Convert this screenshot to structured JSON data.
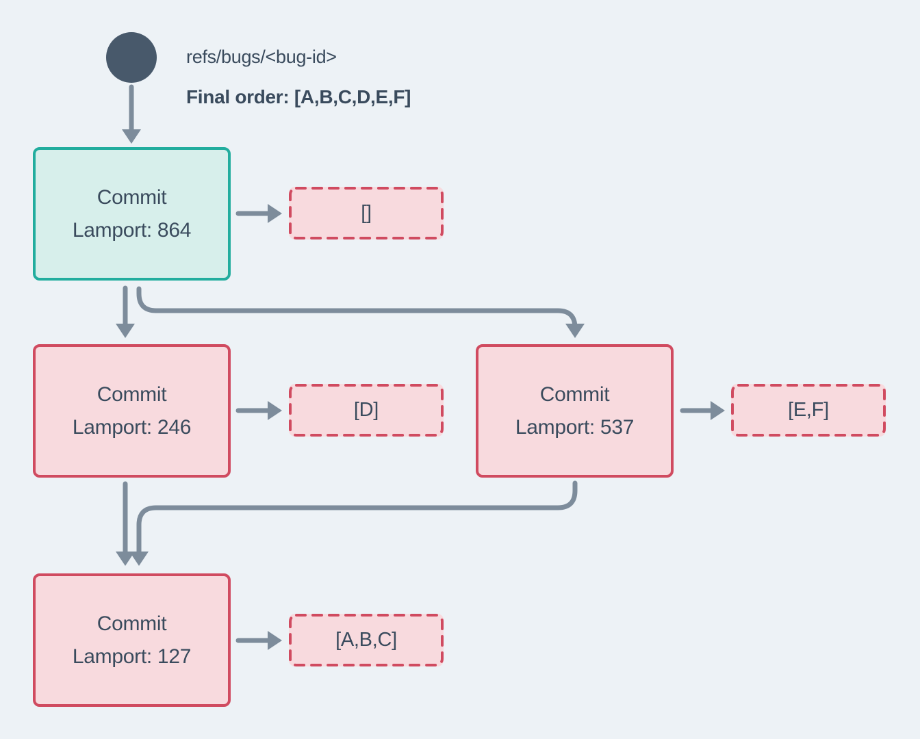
{
  "colors": {
    "background": "#edf2f6",
    "text": "#3a4b5d",
    "arrow": "#7d8c9b",
    "ref_dot": "#48596b",
    "head_border": "#22ad9e",
    "head_fill": "#d7efeb",
    "commit_border": "#d04b60",
    "commit_fill": "#f8dade"
  },
  "header": {
    "ref": "refs/bugs/<bug-id>",
    "final_order": "Final order: [A,B,C,D,E,F]"
  },
  "commits": [
    {
      "title": "Commit",
      "lamport": "Lamport: 864",
      "bugs": "[]"
    },
    {
      "title": "Commit",
      "lamport": "Lamport: 246",
      "bugs": "[D]"
    },
    {
      "title": "Commit",
      "lamport": "Lamport: 537",
      "bugs": "[E,F]"
    },
    {
      "title": "Commit",
      "lamport": "Lamport: 127",
      "bugs": "[A,B,C]"
    }
  ]
}
